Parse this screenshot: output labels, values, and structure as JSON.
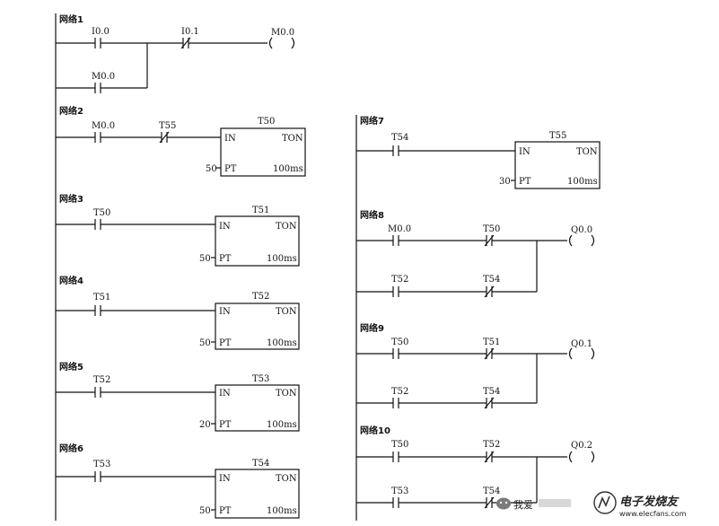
{
  "networks": [
    {
      "label": "网络1"
    },
    {
      "label": "网络2"
    },
    {
      "label": "网络3"
    },
    {
      "label": "网络4"
    },
    {
      "label": "网络5"
    },
    {
      "label": "网络6"
    },
    {
      "label": "网络7"
    },
    {
      "label": "网络8"
    },
    {
      "label": "网络9"
    },
    {
      "label": "网络10"
    }
  ],
  "net1": {
    "c1": "I0.0",
    "c2": "I0.1",
    "coil": "M0.0",
    "c3": "M0.0"
  },
  "net2": {
    "c1": "M0.0",
    "c2": "T55",
    "timer": "T50",
    "in": "IN",
    "type": "TON",
    "pt": "50",
    "ptlabel": "PT",
    "base": "100ms"
  },
  "net3": {
    "c1": "T50",
    "timer": "T51",
    "in": "IN",
    "type": "TON",
    "pt": "50",
    "ptlabel": "PT",
    "base": "100ms"
  },
  "net4": {
    "c1": "T51",
    "timer": "T52",
    "in": "IN",
    "type": "TON",
    "pt": "50",
    "ptlabel": "PT",
    "base": "100ms"
  },
  "net5": {
    "c1": "T52",
    "timer": "T53",
    "in": "IN",
    "type": "TON",
    "pt": "20",
    "ptlabel": "PT",
    "base": "100ms"
  },
  "net6": {
    "c1": "T53",
    "timer": "T54",
    "in": "IN",
    "type": "TON",
    "pt": "50",
    "ptlabel": "PT",
    "base": "100ms"
  },
  "net7": {
    "c1": "T54",
    "timer": "T55",
    "in": "IN",
    "type": "TON",
    "pt": "30",
    "ptlabel": "PT",
    "base": "100ms"
  },
  "net8": {
    "c1": "M0.0",
    "c2": "T50",
    "coil": "Q0.0",
    "c3": "T52",
    "c4": "T54"
  },
  "net9": {
    "c1": "T50",
    "c2": "T51",
    "coil": "Q0.1",
    "c3": "T52",
    "c4": "T54"
  },
  "net10": {
    "c1": "T50",
    "c2": "T52",
    "coil": "Q0.2",
    "c3": "T53",
    "c4": "T54"
  },
  "watermark": {
    "left": "我爱",
    "right": "电子发烧友",
    "url": "www.elecfans.com"
  }
}
